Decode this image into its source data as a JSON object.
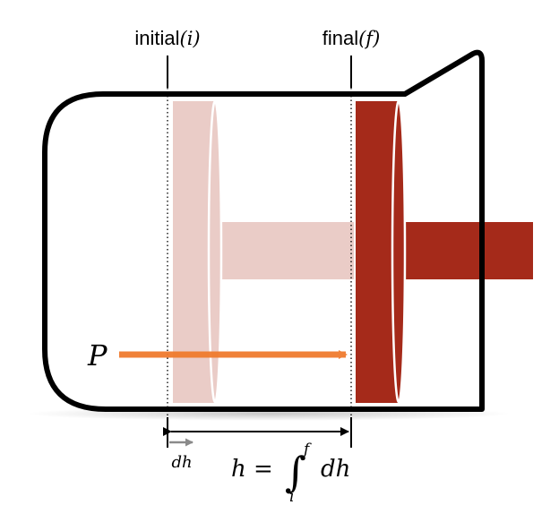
{
  "labels": {
    "initial_word": "initial",
    "initial_symbol": "i",
    "final_word": "final",
    "final_symbol": "f",
    "pressure": "P",
    "differential": "dh",
    "equation_lhs": "h =",
    "integral_sign": "∫",
    "integral_upper": "f",
    "integral_lower": "i",
    "integrand": "dh"
  },
  "colors": {
    "initial_piston": "#eaccc7",
    "final_piston": "#a52a1a",
    "pressure_arrow": "#f07b2e",
    "cylinder_outline": "#000000",
    "dh_arrow": "#8a8a8a"
  }
}
